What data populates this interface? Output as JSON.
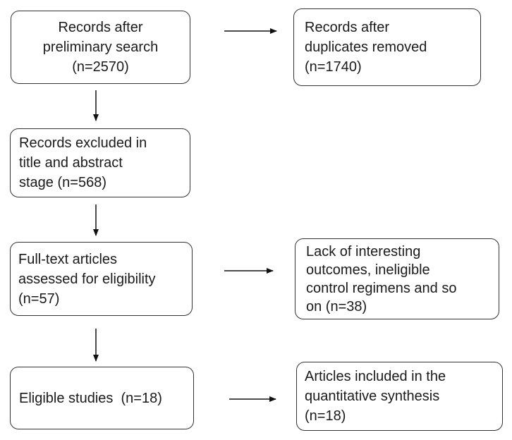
{
  "boxes": {
    "preliminary": {
      "lines": [
        "Records after",
        "preliminary search",
        "(n=2570)"
      ]
    },
    "duplicates": {
      "lines": [
        "Records after",
        "duplicates removed",
        "(n=1740)"
      ]
    },
    "excluded": {
      "lines": [
        "Records excluded in",
        "title and abstract",
        "stage (n=568)"
      ]
    },
    "fulltext": {
      "lines": [
        "Full-text articles",
        "assessed for eligibility",
        "(n=57)"
      ]
    },
    "lack": {
      "lines": [
        "Lack of interesting",
        "outcomes, ineligible",
        "control regimens and so",
        "on (n=38)"
      ]
    },
    "eligible": {
      "lines": [
        "Eligible studies  (n=18)"
      ]
    },
    "included": {
      "lines": [
        "Articles included in the",
        "quantitative synthesis",
        "(n=18)"
      ]
    }
  }
}
